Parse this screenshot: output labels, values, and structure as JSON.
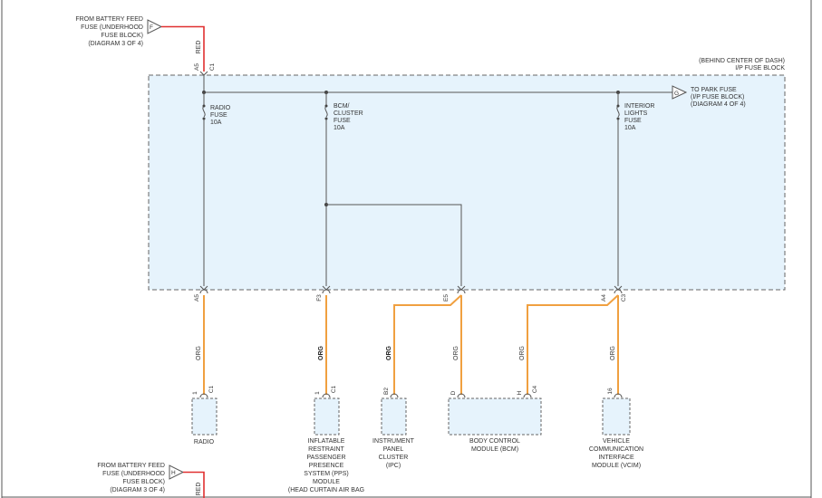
{
  "colors": {
    "red_wire": "#e03030",
    "org_wire": "#f0a040",
    "box_fill": "#e6f3fc",
    "line": "#555555"
  },
  "top_feed": {
    "connector": "F",
    "lines": [
      "FROM BATTERY FEED",
      "FUSE (UNDERHOOD",
      "FUSE BLOCK)",
      "(DIAGRAM 3 OF 4)"
    ],
    "wire_color": "RED",
    "pin": "A5",
    "conn": "C1"
  },
  "bottom_feed": {
    "connector": "H",
    "lines": [
      "FROM BATTERY FEED",
      "FUSE (UNDERHOOD",
      "FUSE BLOCK)",
      "(DIAGRAM 3 OF 4)"
    ],
    "wire_color": "RED"
  },
  "fuse_block": {
    "lines": [
      "(BEHIND CENTER OF DASH)",
      "I/P FUSE BLOCK"
    ]
  },
  "park_fuse": {
    "connector": "G",
    "lines": [
      "TO PARK FUSE",
      "(I/P FUSE BLOCK)",
      "(DIAGRAM 4 OF 4)"
    ]
  },
  "fuses": [
    {
      "lines": [
        "RADIO",
        "FUSE",
        "10A"
      ]
    },
    {
      "lines": [
        "BCM/",
        "CLUSTER",
        "FUSE",
        "10A"
      ]
    },
    {
      "lines": [
        "INTERIOR",
        "LIGHTS",
        "FUSE",
        "10A"
      ]
    }
  ],
  "block_pins": [
    {
      "pin": "A5",
      "conn": ""
    },
    {
      "pin": "F3",
      "conn": ""
    },
    {
      "pin": "E5",
      "conn": ""
    },
    {
      "pin": "A4",
      "conn": "C3"
    }
  ],
  "wire_label": "ORG",
  "modules": [
    {
      "lines": [
        "RADIO"
      ],
      "pins": [
        {
          "pin": "1",
          "conn": "C1"
        }
      ]
    },
    {
      "lines": [
        "INFLATABLE",
        "RESTRAINT",
        "PASSENGER",
        "PRESENCE",
        "SYSTEM (PPS)",
        "MODULE",
        "(HEAD CURTAIN AIR BAG"
      ],
      "pins": [
        {
          "pin": "1",
          "conn": "C1"
        }
      ]
    },
    {
      "lines": [
        "INSTRUMENT",
        "PANEL",
        "CLUSTER",
        "(IPC)"
      ],
      "pins": [
        {
          "pin": "B2",
          "conn": ""
        }
      ]
    },
    {
      "lines": [
        "BODY CONTROL",
        "MODULE (BCM)"
      ],
      "pins": [
        {
          "pin": "D",
          "conn": ""
        },
        {
          "pin": "H",
          "conn": "C4"
        }
      ]
    },
    {
      "lines": [
        "VEHICLE",
        "COMMUNICATION",
        "INTERFACE",
        "MODULE (VCIM)"
      ],
      "pins": [
        {
          "pin": "16",
          "conn": ""
        }
      ]
    }
  ]
}
